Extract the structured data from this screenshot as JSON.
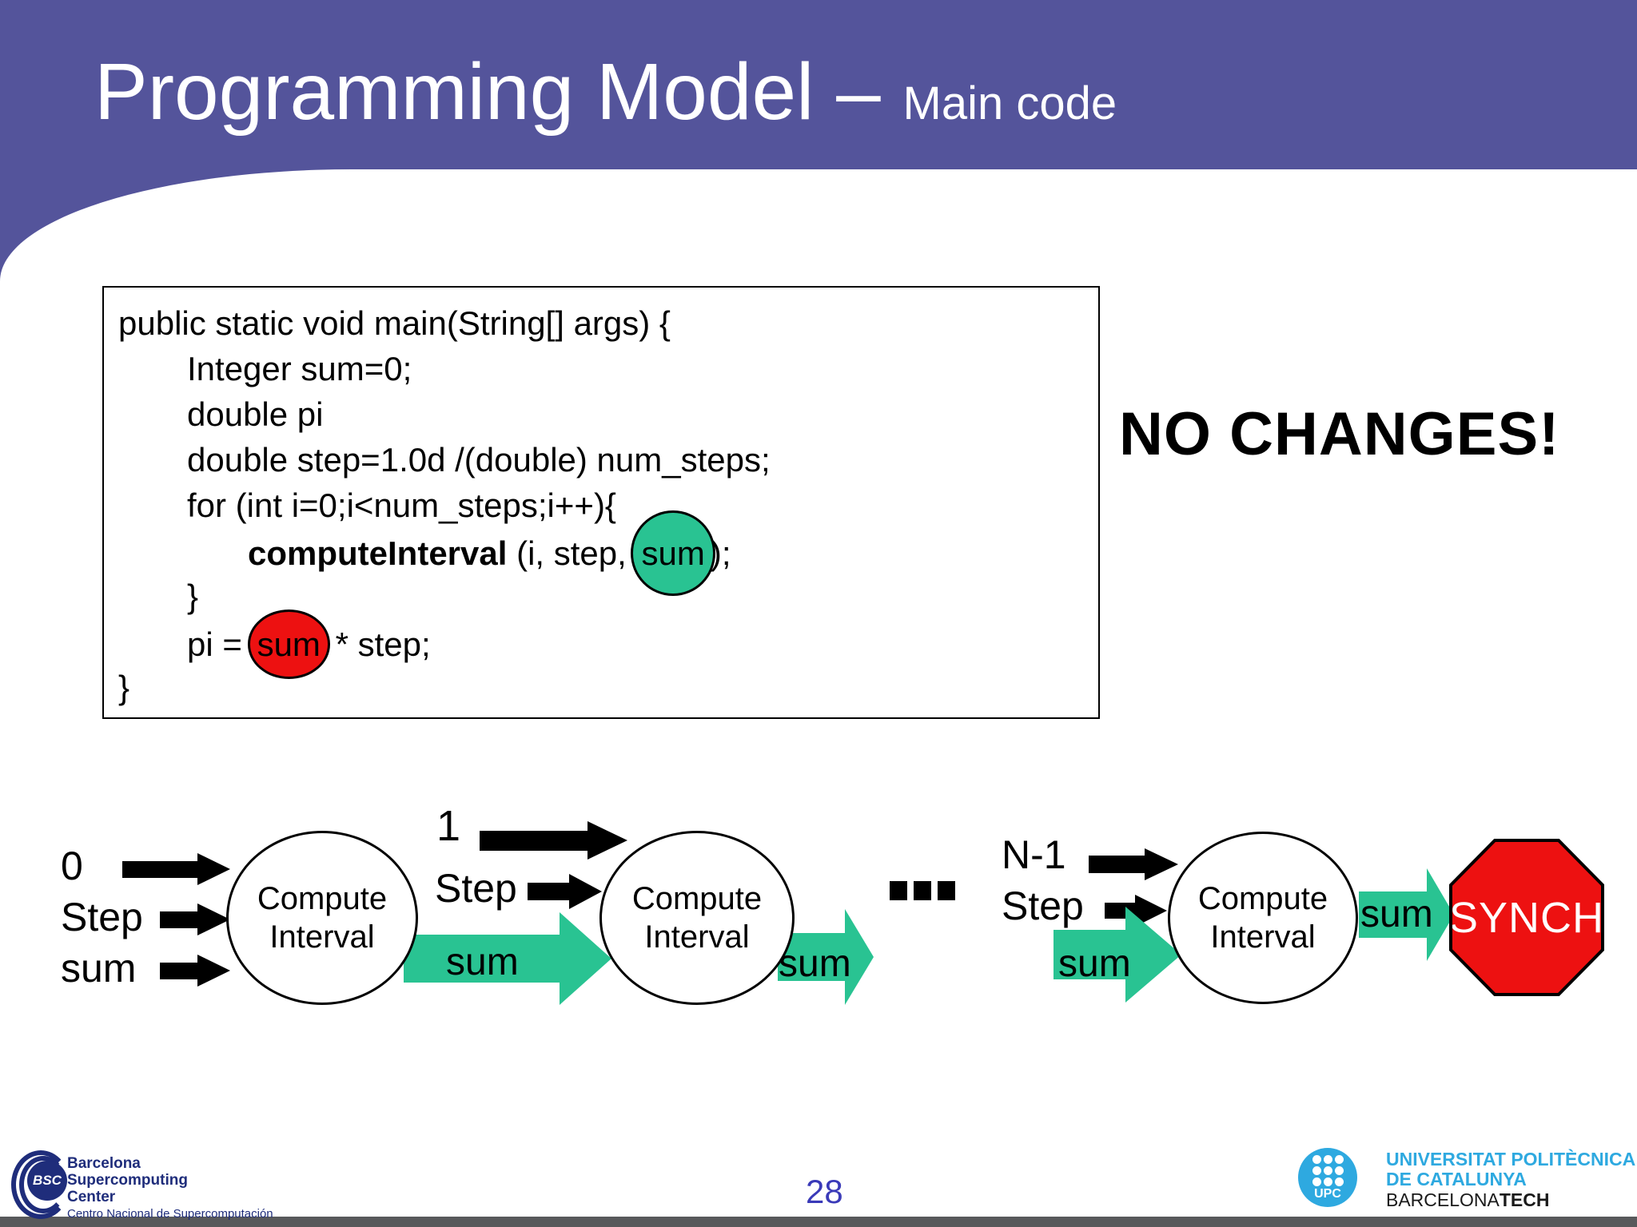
{
  "header": {
    "title_main": "Programming Model – ",
    "title_sub": "Main code"
  },
  "callout": {
    "no_changes": "NO CHANGES!"
  },
  "code": {
    "line1": "public static void main(String[] args) {",
    "line2": "Integer sum=0;",
    "line3": "double pi",
    "line4": "double step=1.0d /(double) num_steps;",
    "line5": "for (int i=0;i<num_steps;i++){",
    "line6_bold": "computeInterval",
    "line6_mid": " (i, step, ",
    "line6_sum": "sum",
    "line6_end": ");",
    "line7": "}",
    "line8_pre": "pi = ",
    "line8_sum": "sum",
    "line8_post": " * step;",
    "line9": "}"
  },
  "diagram": {
    "node1_inputs": [
      "0",
      "Step",
      "sum"
    ],
    "node2_inputs": [
      "1",
      "Step"
    ],
    "node3_inputs": [
      "N-1",
      "Step"
    ],
    "circles": [
      {
        "top": "Compute",
        "bottom": "Interval"
      },
      {
        "top": "Compute",
        "bottom": "Interval"
      },
      {
        "top": "Compute",
        "bottom": "Interval"
      }
    ],
    "sum_labels": [
      "sum",
      "sum",
      "sum",
      "sum"
    ],
    "ellipsis": "...",
    "synch_label": "SYNCH"
  },
  "footer": {
    "page_number": "28",
    "bsc": {
      "acronym": "BSC",
      "name_line1": "Barcelona",
      "name_line2": "Supercomputing",
      "name_line3": "Center",
      "subtitle": "Centro Nacional de Supercomputación"
    },
    "upc": {
      "acronym": "UPC",
      "name_line1": "UNIVERSITAT POLITÈCNICA",
      "name_line2": "DE CATALUNYA",
      "name_line3_regular": "BARCELONA",
      "name_line3_bold": "TECH"
    }
  },
  "colors": {
    "header_purple": "#54549b",
    "diagram_green": "#29c392",
    "highlight_green": "#29c392",
    "highlight_red": "#ed1111",
    "synch_red": "#ed1111",
    "bsc_navy": "#1f2d7b",
    "upc_blue": "#2ea9e0",
    "page_number_blue": "#3a3ab8",
    "footer_bar_gray": "#58595b"
  }
}
